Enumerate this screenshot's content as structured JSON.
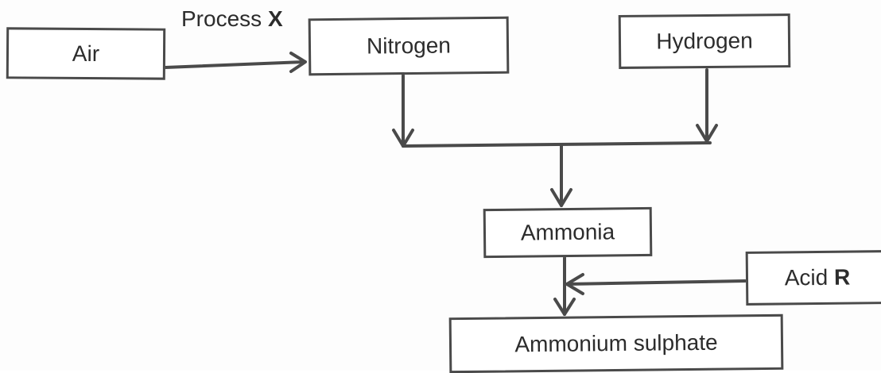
{
  "diagram": {
    "nodes": {
      "air": "Air",
      "nitrogen": "Nitrogen",
      "hydrogen": "Hydrogen",
      "ammonia": "Ammonia",
      "acid": "Acid",
      "acid_letter": "R",
      "ammonium_sulphate": "Ammonium sulphate"
    },
    "edge_labels": {
      "process": "Process",
      "process_letter": "X"
    },
    "edges": [
      {
        "from": "Air",
        "to": "Nitrogen",
        "label": "Process X"
      },
      {
        "from": "Nitrogen",
        "to": "junction"
      },
      {
        "from": "Hydrogen",
        "to": "junction"
      },
      {
        "from": "junction",
        "to": "Ammonia"
      },
      {
        "from": "Ammonia",
        "to": "Ammonium sulphate"
      },
      {
        "from": "Acid R",
        "to": "Ammonium sulphate"
      }
    ],
    "line_color": "#4a4a4a"
  }
}
